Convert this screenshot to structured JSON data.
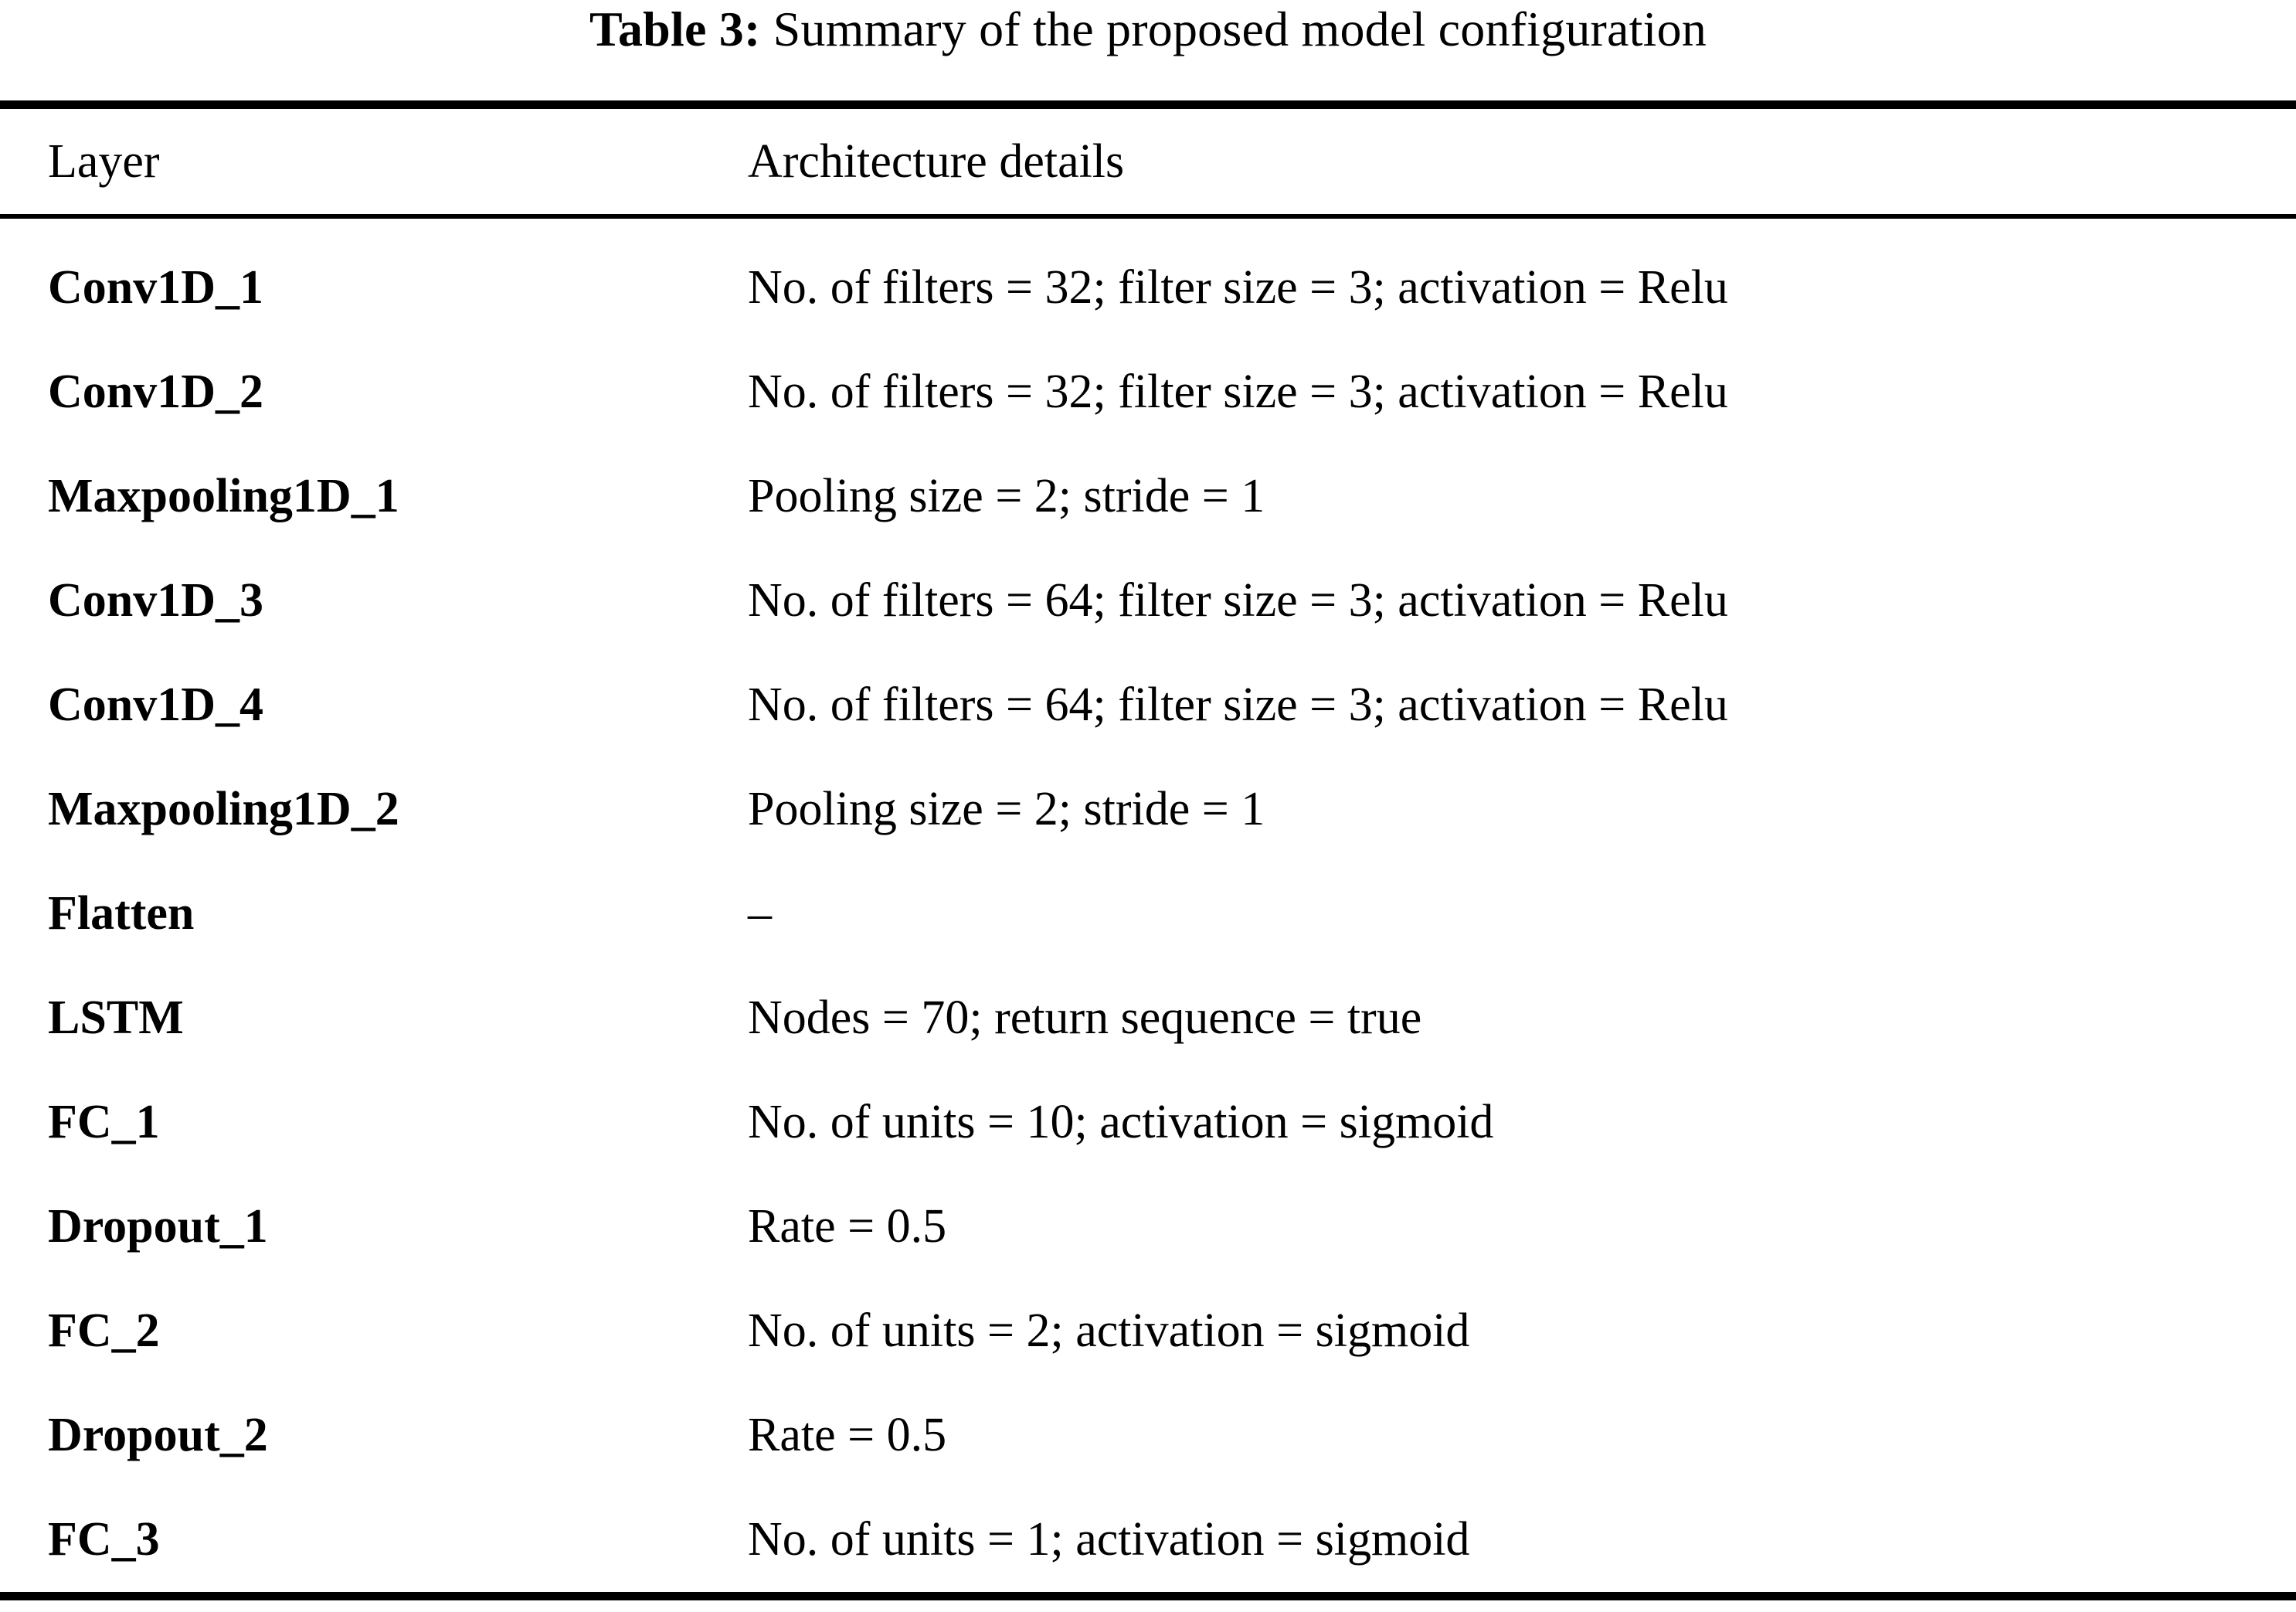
{
  "caption": {
    "label": "Table 3:",
    "text": "Summary of the proposed model configuration"
  },
  "table": {
    "columns": [
      {
        "key": "layer",
        "header": "Layer"
      },
      {
        "key": "detail",
        "header": "Architecture details"
      }
    ],
    "rows": [
      {
        "layer": "Conv1D_1",
        "detail": "No. of filters = 32; filter size = 3; activation = Relu"
      },
      {
        "layer": "Conv1D_2",
        "detail": "No. of filters = 32; filter size = 3; activation = Relu"
      },
      {
        "layer": "Maxpooling1D_1",
        "detail": "Pooling size = 2; stride = 1"
      },
      {
        "layer": "Conv1D_3",
        "detail": "No. of filters = 64; filter size = 3; activation = Relu"
      },
      {
        "layer": "Conv1D_4",
        "detail": "No. of filters = 64; filter size = 3; activation = Relu"
      },
      {
        "layer": "Maxpooling1D_2",
        "detail": "Pooling size = 2; stride = 1"
      },
      {
        "layer": "Flatten",
        "detail": "–"
      },
      {
        "layer": "LSTM",
        "detail": "Nodes = 70; return sequence = true"
      },
      {
        "layer": "FC_1",
        "detail": "No. of units = 10; activation = sigmoid"
      },
      {
        "layer": "Dropout_1",
        "detail": "Rate = 0.5"
      },
      {
        "layer": "FC_2",
        "detail": "No. of units = 2; activation = sigmoid"
      },
      {
        "layer": "Dropout_2",
        "detail": "Rate = 0.5"
      },
      {
        "layer": "FC_3",
        "detail": "No. of units = 1; activation = sigmoid"
      }
    ]
  },
  "colors": {
    "rule": "#000000",
    "text": "#000000",
    "background": "#ffffff"
  }
}
